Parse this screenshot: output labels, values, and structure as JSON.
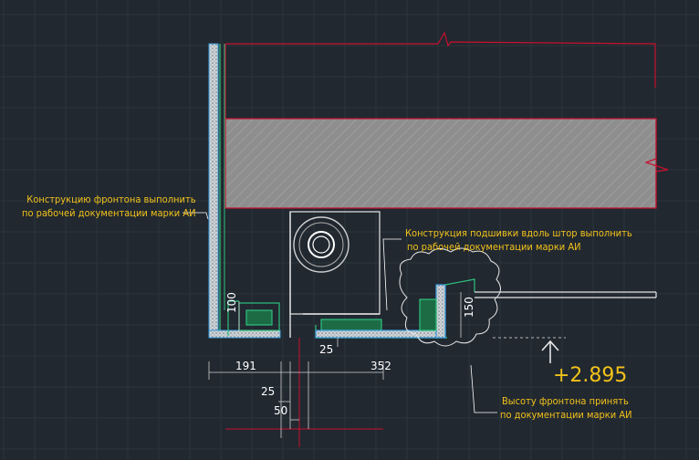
{
  "annotations": {
    "facade": [
      "Конструкцию фронтона выполнить",
      "по рабочей документации марки АИ"
    ],
    "curtain": [
      "Конструкция подшивки вдоль штор выполнить",
      "по рабочей документации марки АИ"
    ],
    "height": [
      "Высоту фронтона принять",
      "по документации марки АИ"
    ]
  },
  "dimensions": {
    "d100": "100",
    "d191": "191",
    "d25a": "25",
    "d25b": "25",
    "d352": "352",
    "d50": "50",
    "d150": "150"
  },
  "elevation": "+2.895",
  "colors": {
    "background": "#212830",
    "grid": "#2c343d",
    "annotation": "#f2c21a",
    "dimension": "#ffffff",
    "slab_outline": "#c8102e",
    "slab_fill": "#8d8d8d",
    "facade_line": "#2ec27e",
    "insulation": "#3aa0e0"
  }
}
